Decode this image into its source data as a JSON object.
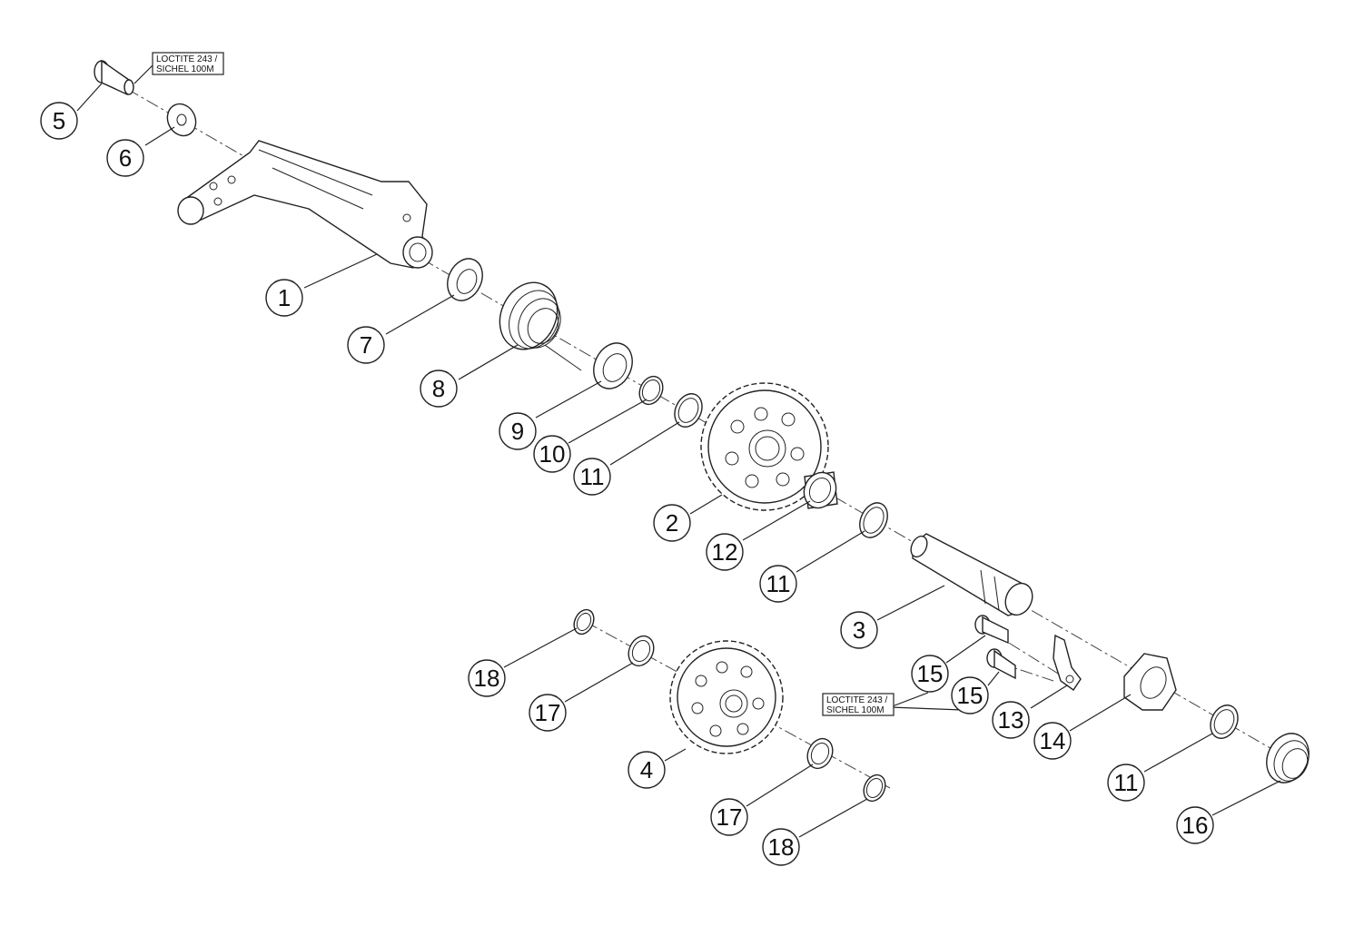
{
  "notes": [
    {
      "id": "note-top",
      "lines": [
        "LOCTITE 243 /",
        "SICHEL 100M"
      ]
    },
    {
      "id": "note-bottom",
      "lines": [
        "LOCTITE 243 /",
        "SICHEL 100M"
      ]
    }
  ],
  "callouts": [
    {
      "label": "5"
    },
    {
      "label": "6"
    },
    {
      "label": "1"
    },
    {
      "label": "7"
    },
    {
      "label": "8"
    },
    {
      "label": "9"
    },
    {
      "label": "10"
    },
    {
      "label": "11"
    },
    {
      "label": "2"
    },
    {
      "label": "12"
    },
    {
      "label": "11"
    },
    {
      "label": "3"
    },
    {
      "label": "15"
    },
    {
      "label": "15"
    },
    {
      "label": "13"
    },
    {
      "label": "14"
    },
    {
      "label": "11"
    },
    {
      "label": "16"
    },
    {
      "label": "18"
    },
    {
      "label": "17"
    },
    {
      "label": "4"
    },
    {
      "label": "17"
    },
    {
      "label": "18"
    }
  ]
}
